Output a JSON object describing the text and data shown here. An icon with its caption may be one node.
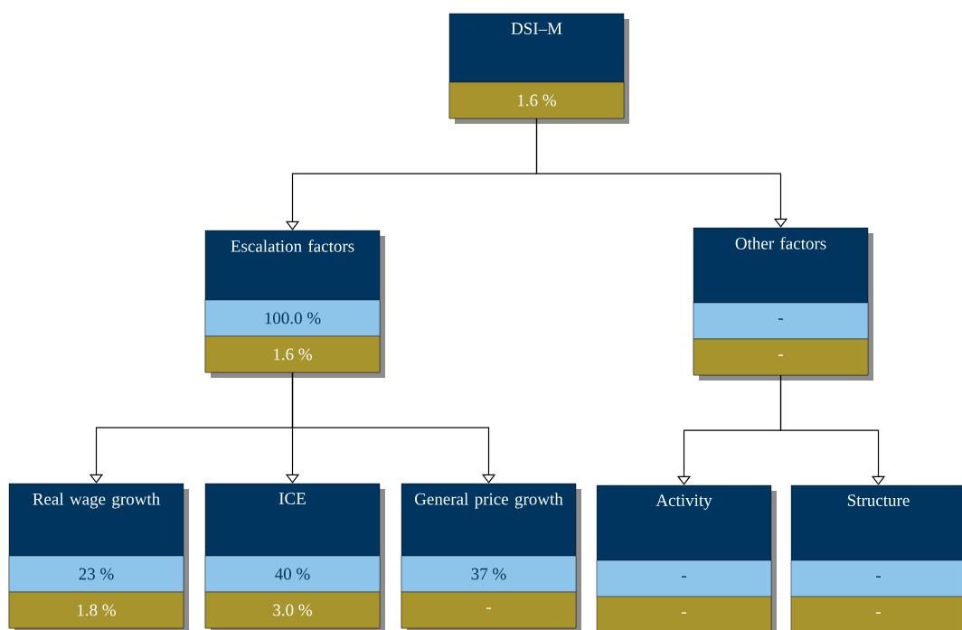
{
  "diagram": {
    "nodes": [
      {
        "text": [
          "DSI–M",
          "1.6 %"
        ]
      },
      {
        "text": [
          "Escalation factors",
          "100.0 %",
          "1.6 %"
        ]
      },
      {
        "text": [
          "Other factors",
          "-",
          "-"
        ]
      },
      {
        "text": [
          "Real wage growth",
          "23 %",
          "1.8 %"
        ]
      },
      {
        "text": [
          "ICE",
          "40 %",
          "3.0 %"
        ]
      },
      {
        "text": [
          "General price growth",
          "37 %",
          "-"
        ]
      },
      {
        "text": [
          "Activity",
          "-",
          "-"
        ]
      },
      {
        "text": [
          "Structure",
          "-",
          "-"
        ]
      }
    ],
    "edges": [
      {
        "from": 0,
        "to": 1,
        "arrow": "to"
      },
      {
        "from": 0,
        "to": 2,
        "arrow": "to"
      },
      {
        "from": 1,
        "to": 3,
        "arrow": "to"
      },
      {
        "from": 1,
        "to": 4,
        "arrow": "to"
      },
      {
        "from": 1,
        "to": 5,
        "arrow": "to"
      },
      {
        "from": 2,
        "to": 6,
        "arrow": "to"
      },
      {
        "from": 2,
        "to": 7,
        "arrow": "to"
      }
    ]
  }
}
